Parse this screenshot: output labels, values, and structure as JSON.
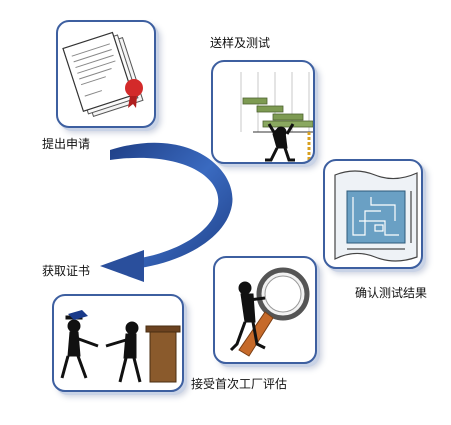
{
  "steps": [
    {
      "label": "提出申请",
      "icon": "application-documents-icon"
    },
    {
      "label": "送样及测试",
      "icon": "sample-testing-icon"
    },
    {
      "label": "确认测试结果",
      "icon": "blueprint-scroll-icon"
    },
    {
      "label": "接受首次工厂评估",
      "icon": "magnifier-inspection-icon"
    },
    {
      "label": "获取证书",
      "icon": "certificate-handover-icon"
    }
  ],
  "colors": {
    "card_border": "#3d5fa0",
    "arrow": "#2a4f9c",
    "seal": "#d32a2a",
    "beam": "#7d9a52",
    "blueprint": "#6aa0c4"
  }
}
